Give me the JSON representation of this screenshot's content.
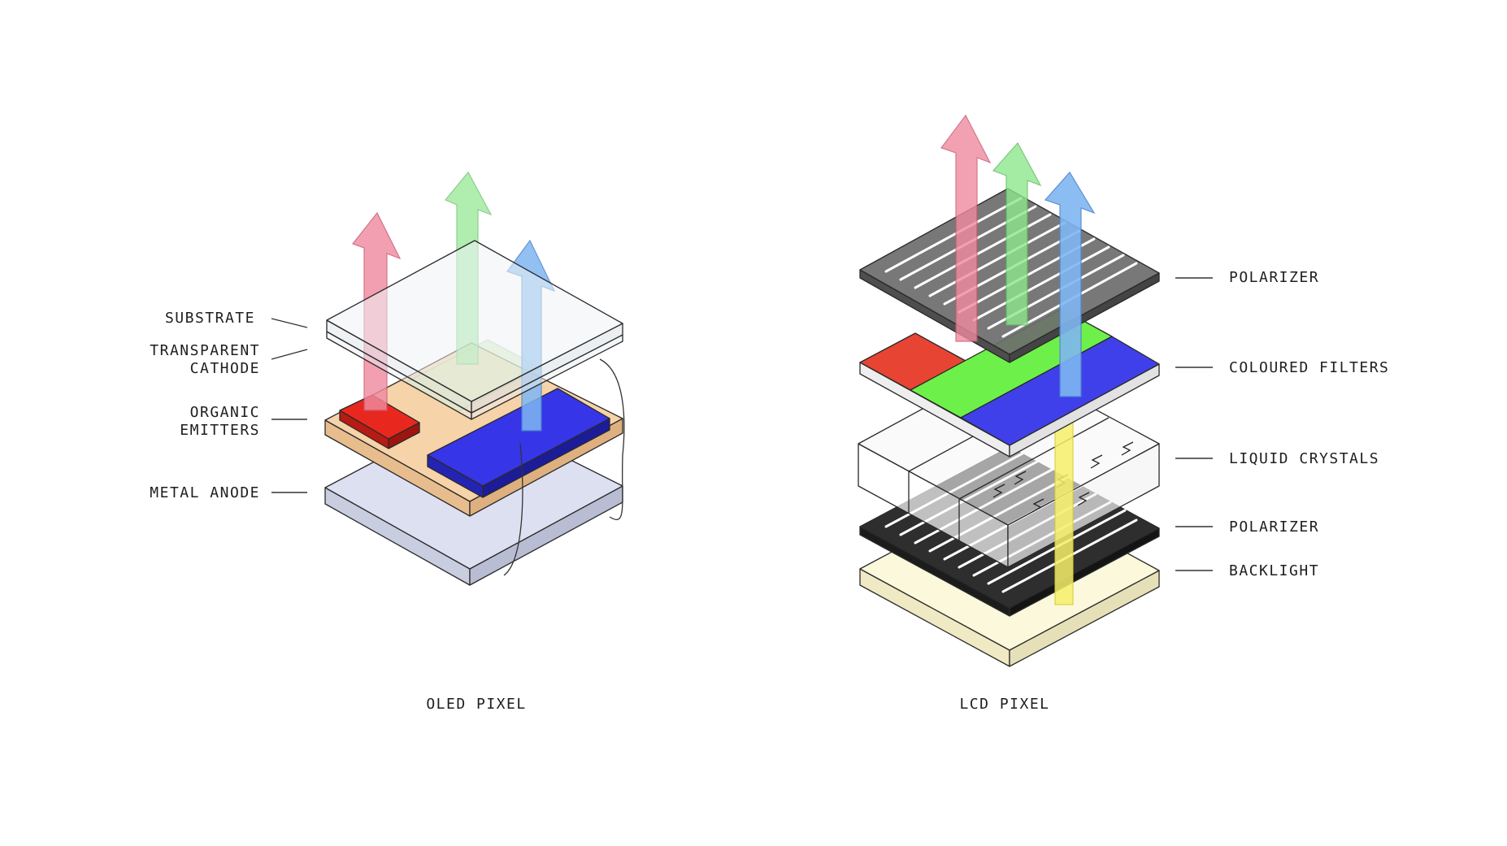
{
  "oled": {
    "caption": "OLED PIXEL",
    "labels": {
      "substrate": "SUBSTRATE",
      "cathode_line1": "TRANSPARENT",
      "cathode_line2": "CATHODE",
      "emitters_line1": "ORGANIC",
      "emitters_line2": "EMITTERS",
      "anode": "METAL ANODE"
    }
  },
  "lcd": {
    "caption": "LCD PIXEL",
    "labels": {
      "polarizer_top": "POLARIZER",
      "filters": "COLOURED FILTERS",
      "crystals": "LIQUID CRYSTALS",
      "polarizer_bottom": "POLARIZER",
      "backlight": "BACKLIGHT"
    }
  },
  "colors": {
    "red_light": "#f08aa0",
    "green_light": "#8ee88e",
    "blue_light": "#7fb6f2",
    "yellow_light": "#f6ef6a",
    "red_emitter": "#e8281f",
    "green_filter": "#6ef04a",
    "blue_emitter": "#3636e8",
    "emitter_layer": "#f6d3a8",
    "anode_plate": "#d8dcef",
    "backlight_plate": "#fbf8dc",
    "polarizer_top": "#6c6c6c",
    "polarizer_bottom": "#2e2e2e"
  }
}
